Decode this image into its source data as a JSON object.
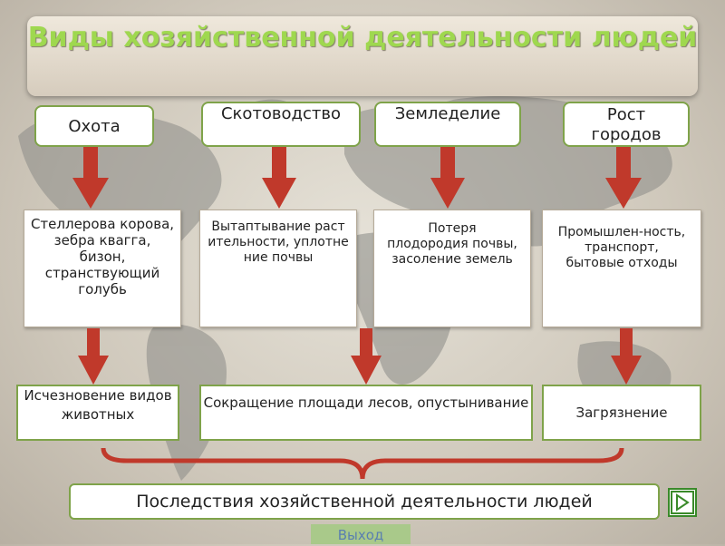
{
  "title": "Виды хозяйственной деятельности людей",
  "activities": [
    {
      "label": "Охота"
    },
    {
      "label": "Скотоводство"
    },
    {
      "label": "Земледелие"
    },
    {
      "label": "Рост городов"
    }
  ],
  "impacts": [
    {
      "text": "Стеллерова корова, зебра квагга, бизон, странствующий голубь"
    },
    {
      "text": "Вытаптывание растительности, уплотнение почвы"
    },
    {
      "text": "Потеря плодородия почвы, засоление земель"
    },
    {
      "text": "Промышлен-ность, транспорт, бытовые отходы"
    }
  ],
  "consequences": [
    {
      "text": "Исчезновение видов животных"
    },
    {
      "text": "Сокращение площади лесов, опустынивание"
    },
    {
      "text": "Загрязнение"
    }
  ],
  "summary": "Последствия хозяйственной деятельности людей",
  "exit_label": "Выход",
  "colors": {
    "title": "#9fd84f",
    "arrow": "#c0392b",
    "box_border": "#7fa34a",
    "brace": "#c0392b"
  },
  "icons": {
    "nav": "play-next-icon"
  }
}
